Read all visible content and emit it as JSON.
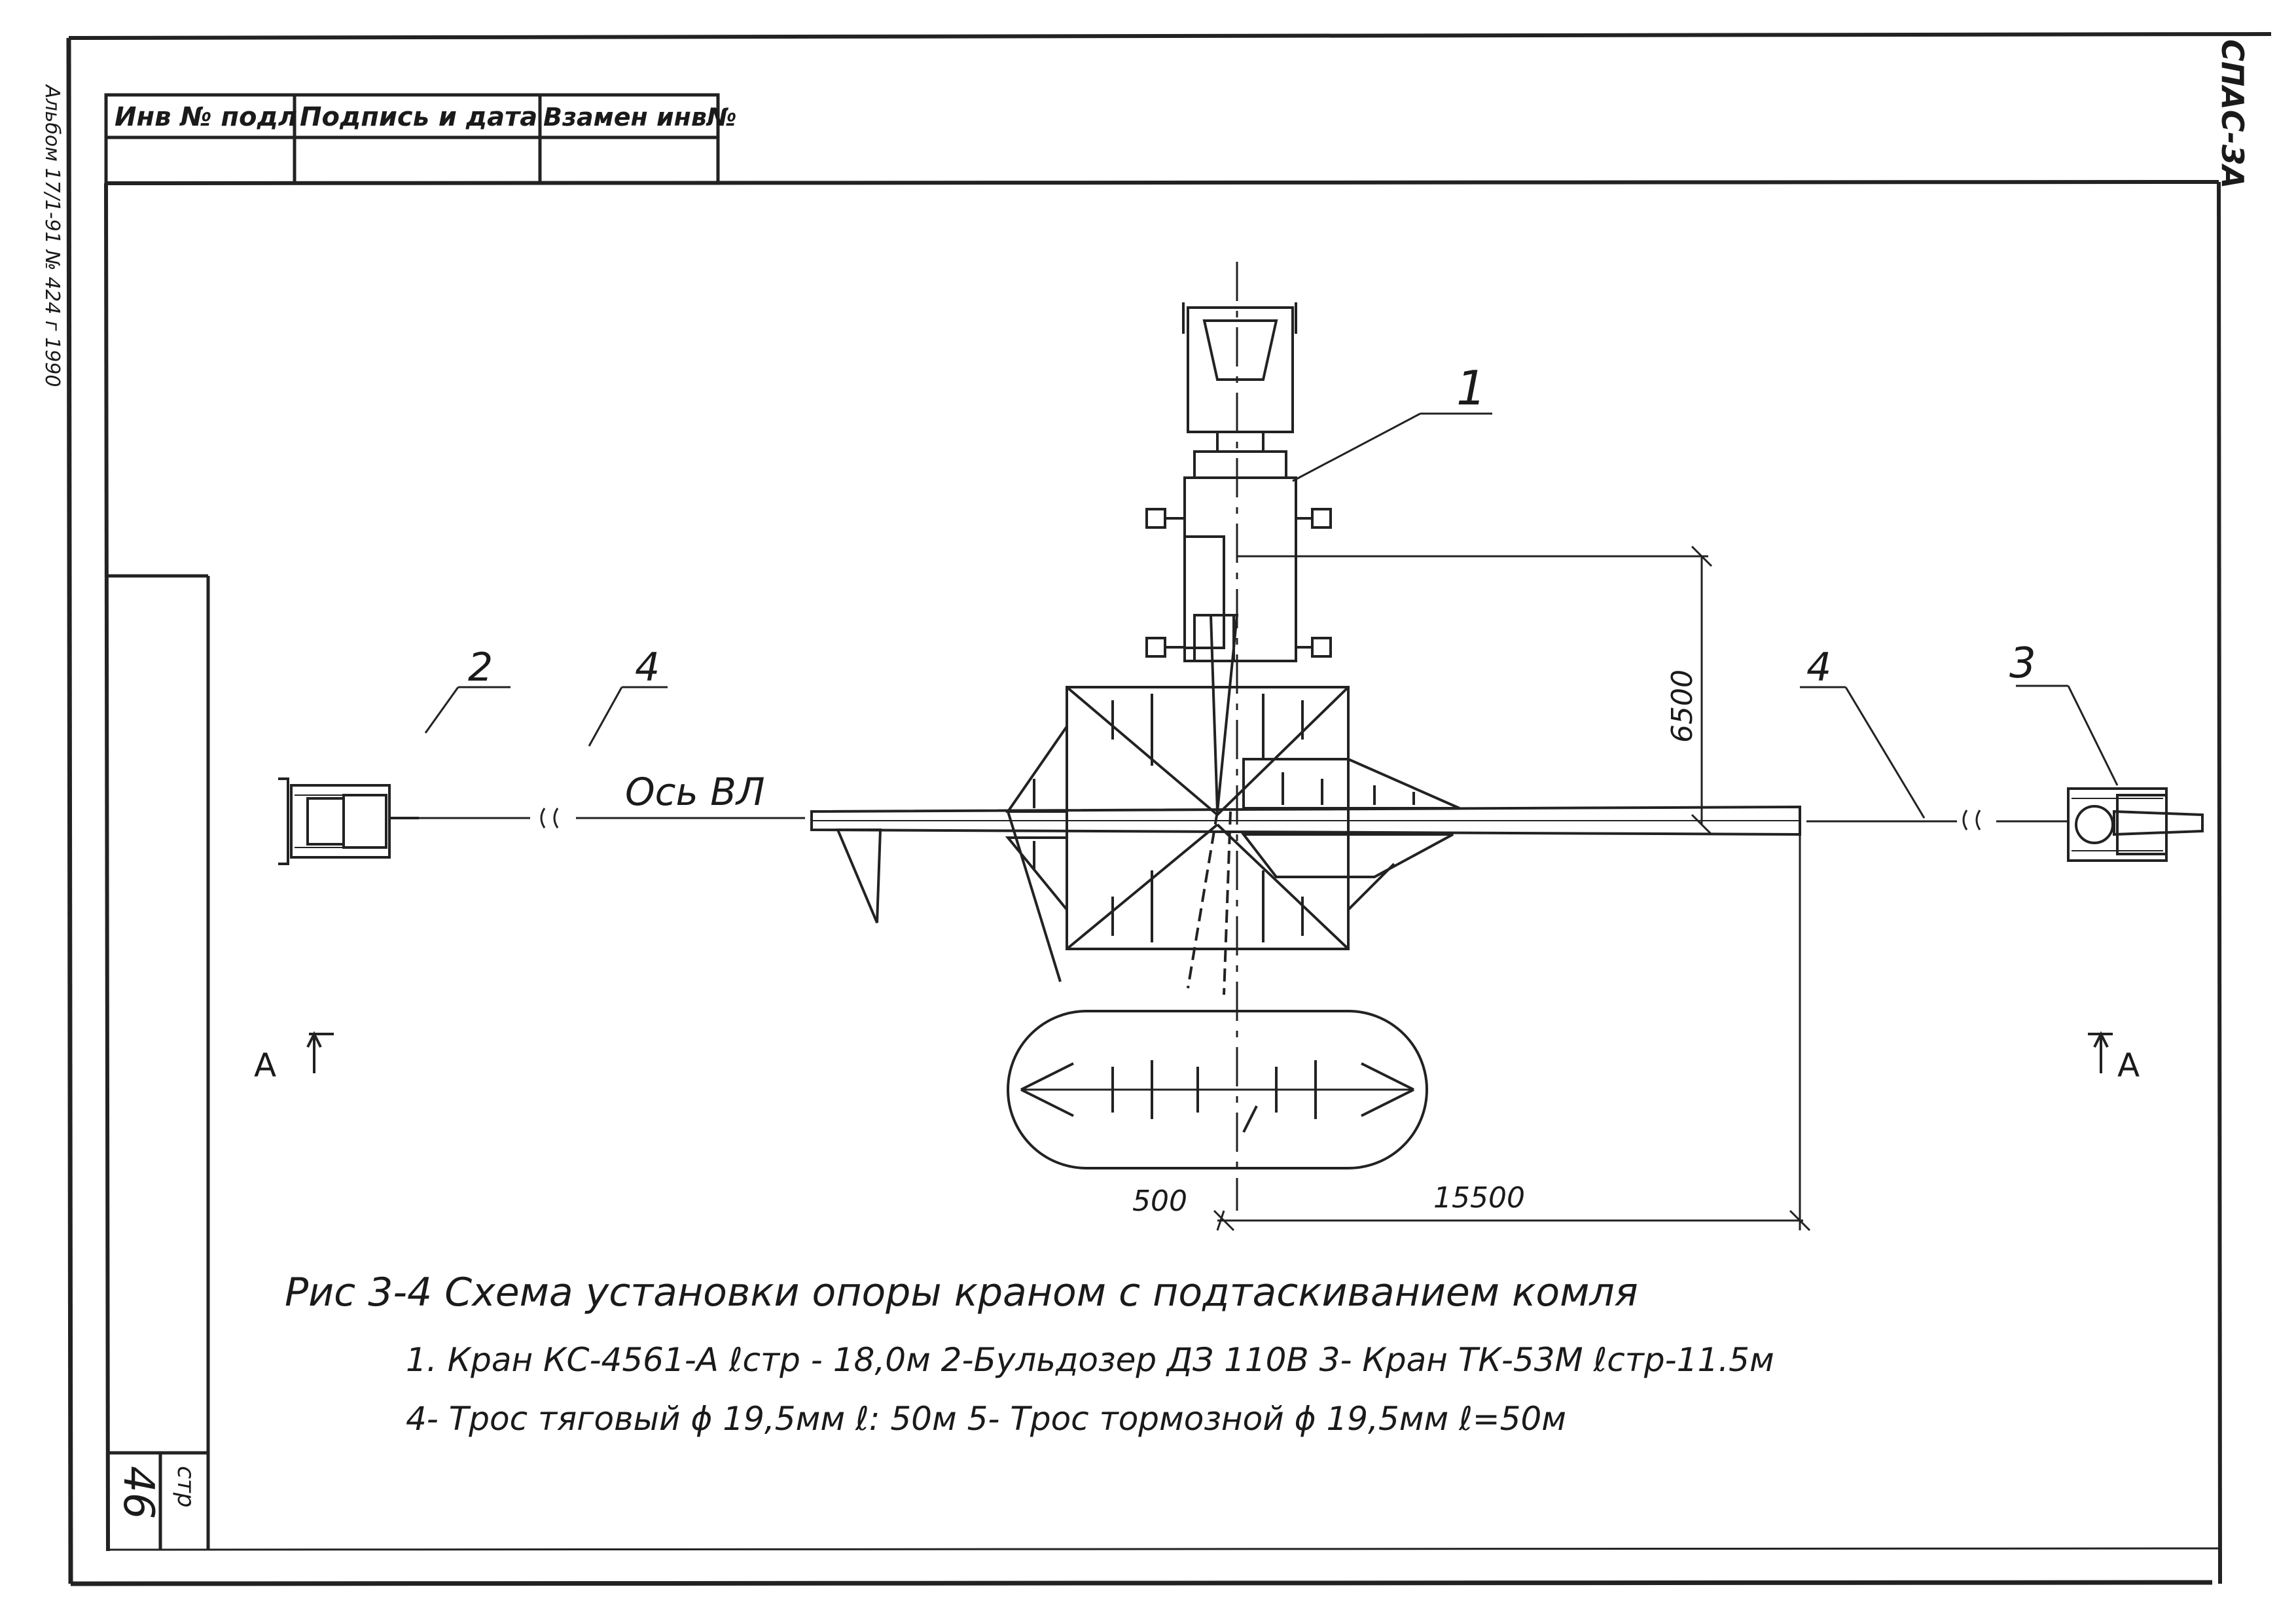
{
  "stamp": {
    "col1": "Инв № подл",
    "col2": "Подпись и дата",
    "col3": "Взамен инв№"
  },
  "side_code": "СПАС-3А",
  "left_margin_note": "Альбом 17/1-91 № 424 г 1990",
  "page_box": {
    "label": "стр",
    "number": "46"
  },
  "diagram": {
    "axis_label": "Ось ВЛ",
    "labels": {
      "l1": "1",
      "l2": "2",
      "l3": "3",
      "l4a": "4",
      "l4b": "4"
    },
    "dims": {
      "d6500": "6500",
      "d500": "500",
      "d15500": "15500"
    },
    "section_left": "А",
    "section_right": "А"
  },
  "caption": {
    "title": "Рис 3-4    Схема установки опоры  краном с подтаскиванием комля",
    "line1": "1. Кран КС-4561-А  ℓстр - 18,0м     2-Бульдозер ДЗ 110В      3- Кран ТК-53М ℓстр-11.5м",
    "line2": "4- Трос тяговый ϕ 19,5мм  ℓ: 50м       5- Трос тормозной ϕ 19,5мм ℓ=50м"
  }
}
